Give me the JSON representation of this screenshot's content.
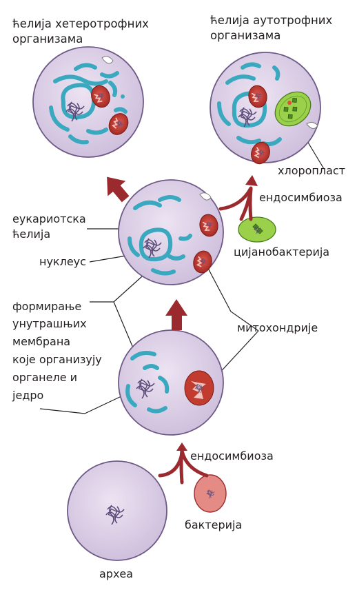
{
  "titles": {
    "heterotrophic_line1": "ћелија хетеротрофних",
    "heterotrophic_line2": "организама",
    "autotrophic_line1": "ћелија аутотрофних",
    "autotrophic_line2": "организама"
  },
  "labels": {
    "chloroplast": "хлоропласт",
    "endosymbiosis_top": "ендосимбиоза",
    "eukaryotic_line1": "еукариотска",
    "eukaryotic_line2": "ћелија",
    "nucleus": "нуклеус",
    "cyanobacteria": "цијанобактерија",
    "membranes_line1": "формирање",
    "membranes_line2": "унутрашњих",
    "membranes_line3": "мембрана",
    "membranes_line4": "које организују",
    "membranes_line5": "органеле и",
    "membranes_line6": "једро",
    "mitochondria": "митохондрије",
    "endosymbiosis_bottom": "ендосимбиоза",
    "bacteria": "бактерија",
    "archaea": "археа"
  },
  "colors": {
    "cell_fill": "#ddd0e6",
    "cell_stroke": "#6d5a86",
    "membrane": "#3aa9bf",
    "mitochondrion": "#c0392b",
    "chloroplast": "#8cc63f",
    "arrow": "#9b2a2f",
    "bacterium": "#e48b86"
  }
}
